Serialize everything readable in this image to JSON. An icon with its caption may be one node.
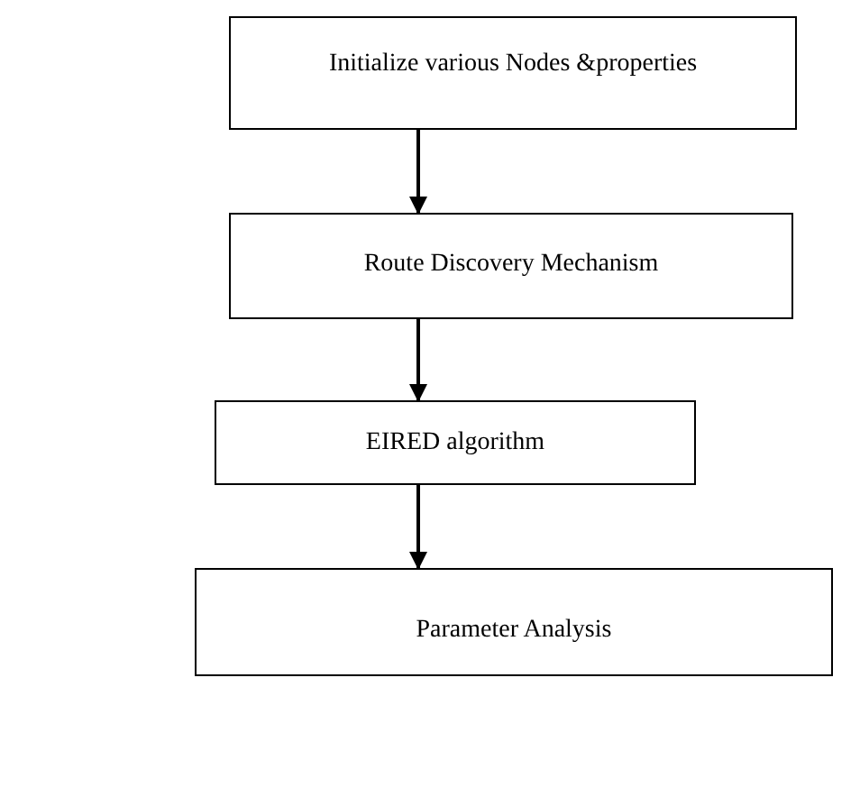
{
  "diagram": {
    "nodes": [
      {
        "text": [
          "Initialize various Nodes &properties"
        ]
      },
      {
        "text": [
          "Route Discovery Mechanism"
        ]
      },
      {
        "text": [
          "EIRED algorithm"
        ]
      },
      {
        "text": [
          "Parameter Analysis"
        ]
      }
    ],
    "edges": [
      {
        "from": 0,
        "to": 1,
        "arrow": "to"
      },
      {
        "from": 1,
        "to": 2,
        "arrow": "to"
      },
      {
        "from": 2,
        "to": 3,
        "arrow": "to"
      }
    ]
  }
}
